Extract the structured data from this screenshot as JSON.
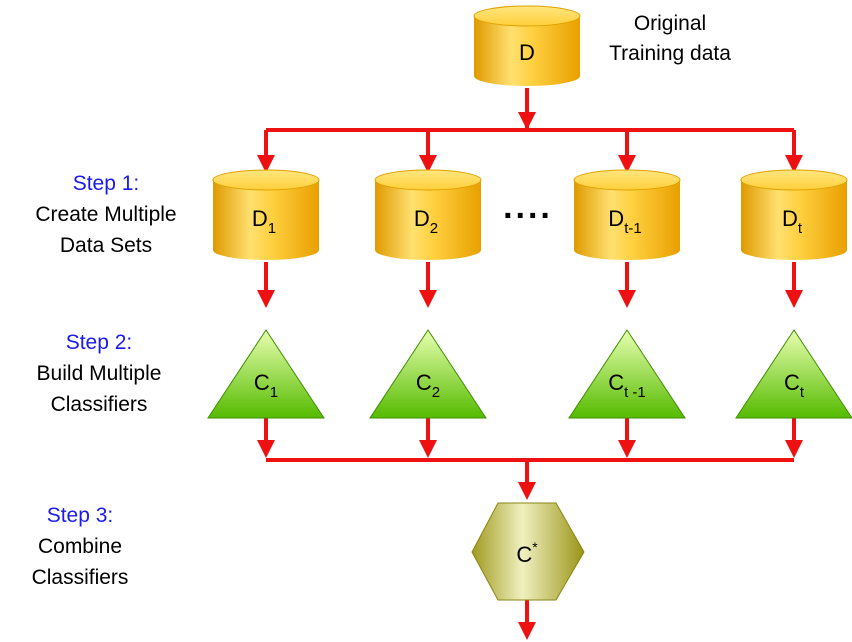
{
  "source": {
    "node": "D",
    "caption_line1": "Original",
    "caption_line2": "Training data"
  },
  "steps": [
    {
      "title": "Step 1:",
      "line1": "Create Multiple",
      "line2": "Data Sets"
    },
    {
      "title": "Step 2:",
      "line1": "Build Multiple",
      "line2": "Classifiers"
    },
    {
      "title": "Step 3:",
      "line1": "Combine",
      "line2": "Classifiers"
    }
  ],
  "datasets": [
    {
      "base": "D",
      "sub": "1"
    },
    {
      "base": "D",
      "sub": "2"
    },
    {
      "base": "D",
      "sub": "t-1"
    },
    {
      "base": "D",
      "sub": "t"
    }
  ],
  "ellipsis": "....",
  "classifiers": [
    {
      "base": "C",
      "sub": "1"
    },
    {
      "base": "C",
      "sub": "2"
    },
    {
      "base": "C",
      "sub": "t -1"
    },
    {
      "base": "C",
      "sub": "t"
    }
  ],
  "combined": {
    "base": "C",
    "sup": "*"
  },
  "colors": {
    "arrow": "#ee1111",
    "step_label": "#1a1af0",
    "cylinder": "#f5b800",
    "triangle": "#66cc11",
    "hexagon": "#b8b830"
  }
}
